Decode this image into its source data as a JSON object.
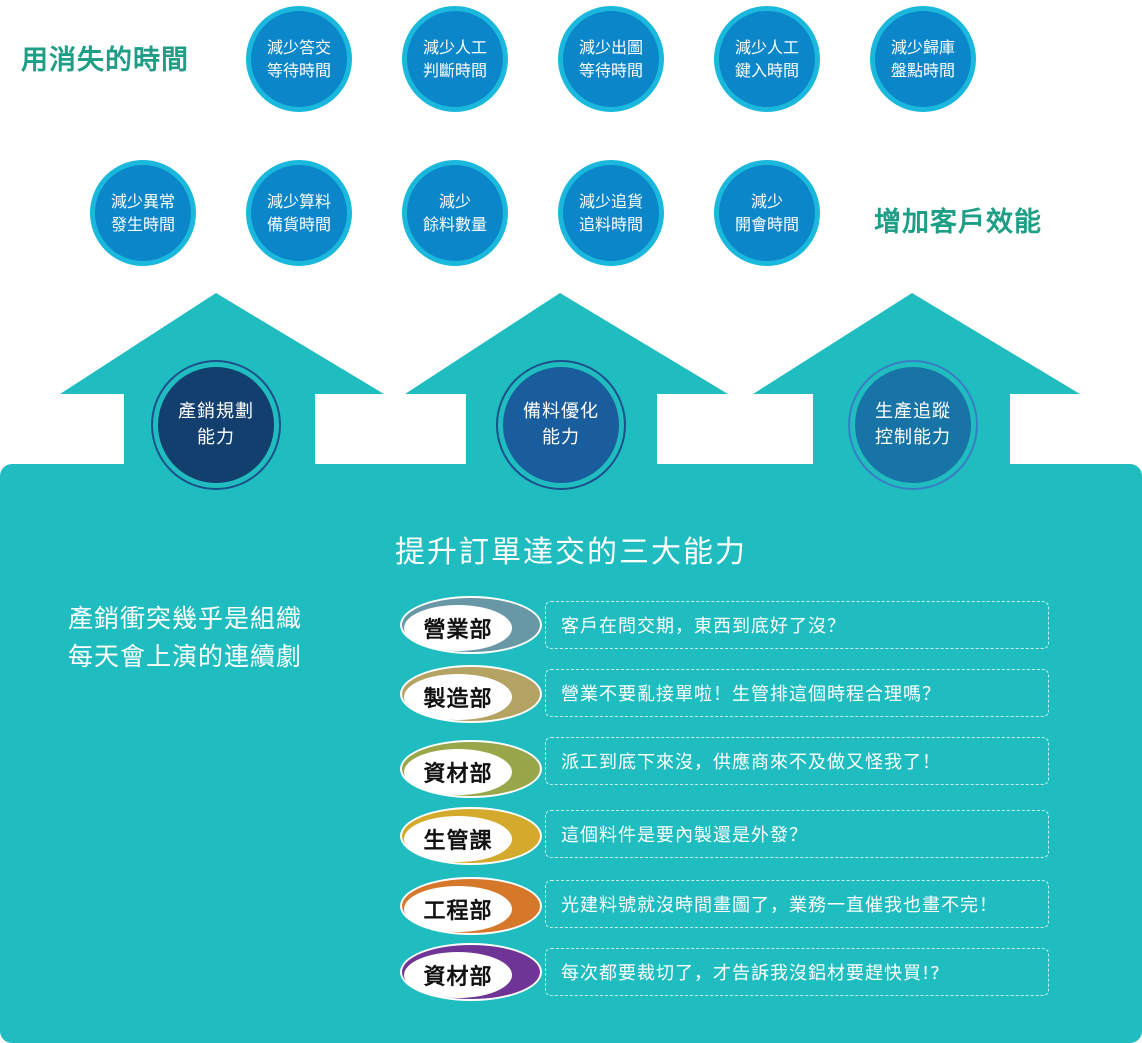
{
  "taglines": {
    "left": "用消失的時間",
    "right": "增加客戶效能"
  },
  "benefits_row1": [
    {
      "line1": "減少答交",
      "line2": "等待時間"
    },
    {
      "line1": "減少人工",
      "line2": "判斷時間"
    },
    {
      "line1": "減少出圖",
      "line2": "等待時間"
    },
    {
      "line1": "減少人工",
      "line2": "鍵入時間"
    },
    {
      "line1": "減少歸庫",
      "line2": "盤點時間"
    }
  ],
  "benefits_row2": [
    {
      "line1": "減少異常",
      "line2": "發生時間"
    },
    {
      "line1": "減少算料",
      "line2": "備貨時間"
    },
    {
      "line1": "減少",
      "line2": "餘料數量"
    },
    {
      "line1": "減少追貨",
      "line2": "追料時間"
    },
    {
      "line1": "減少",
      "line2": "開會時間"
    }
  ],
  "capabilities": [
    {
      "line1": "產銷規劃",
      "line2": "能力",
      "color": "#123f6e"
    },
    {
      "line1": "備料優化",
      "line2": "能力",
      "color": "#1a5d9c"
    },
    {
      "line1": "生產追蹤",
      "line2": "控制能力",
      "color": "#1874a6"
    }
  ],
  "main_title": "提升訂單達交的三大能力",
  "statement": {
    "line1": "產銷衝突幾乎是組織",
    "line2": "每天會上演的連續劇"
  },
  "departments": [
    {
      "name": "營業部",
      "color": "#6897a6",
      "quote": "客戶在問交期，東西到底好了沒？"
    },
    {
      "name": "製造部",
      "color": "#b5a363",
      "quote": "營業不要亂接單啦！生管排這個時程合理嗎？"
    },
    {
      "name": "資材部",
      "color": "#9aa64a",
      "quote": "派工到底下來沒，供應商來不及做又怪我了！"
    },
    {
      "name": "生管課",
      "color": "#d4aa2c",
      "quote": "這個料件是要內製還是外發？"
    },
    {
      "name": "工程部",
      "color": "#d6782a",
      "quote": "光建料號就沒時間畫圖了，業務一直催我也畫不完！"
    },
    {
      "name": "資材部",
      "color": "#6e3596",
      "quote": "每次都要裁切了，才告訴我沒鋁材要趕快買!?"
    }
  ],
  "colors": {
    "teal": "#20bdc0",
    "bubble_fill": "#0b86c8",
    "bubble_ring": "#1ab8dc",
    "tagline_green": "#1f9e86"
  }
}
